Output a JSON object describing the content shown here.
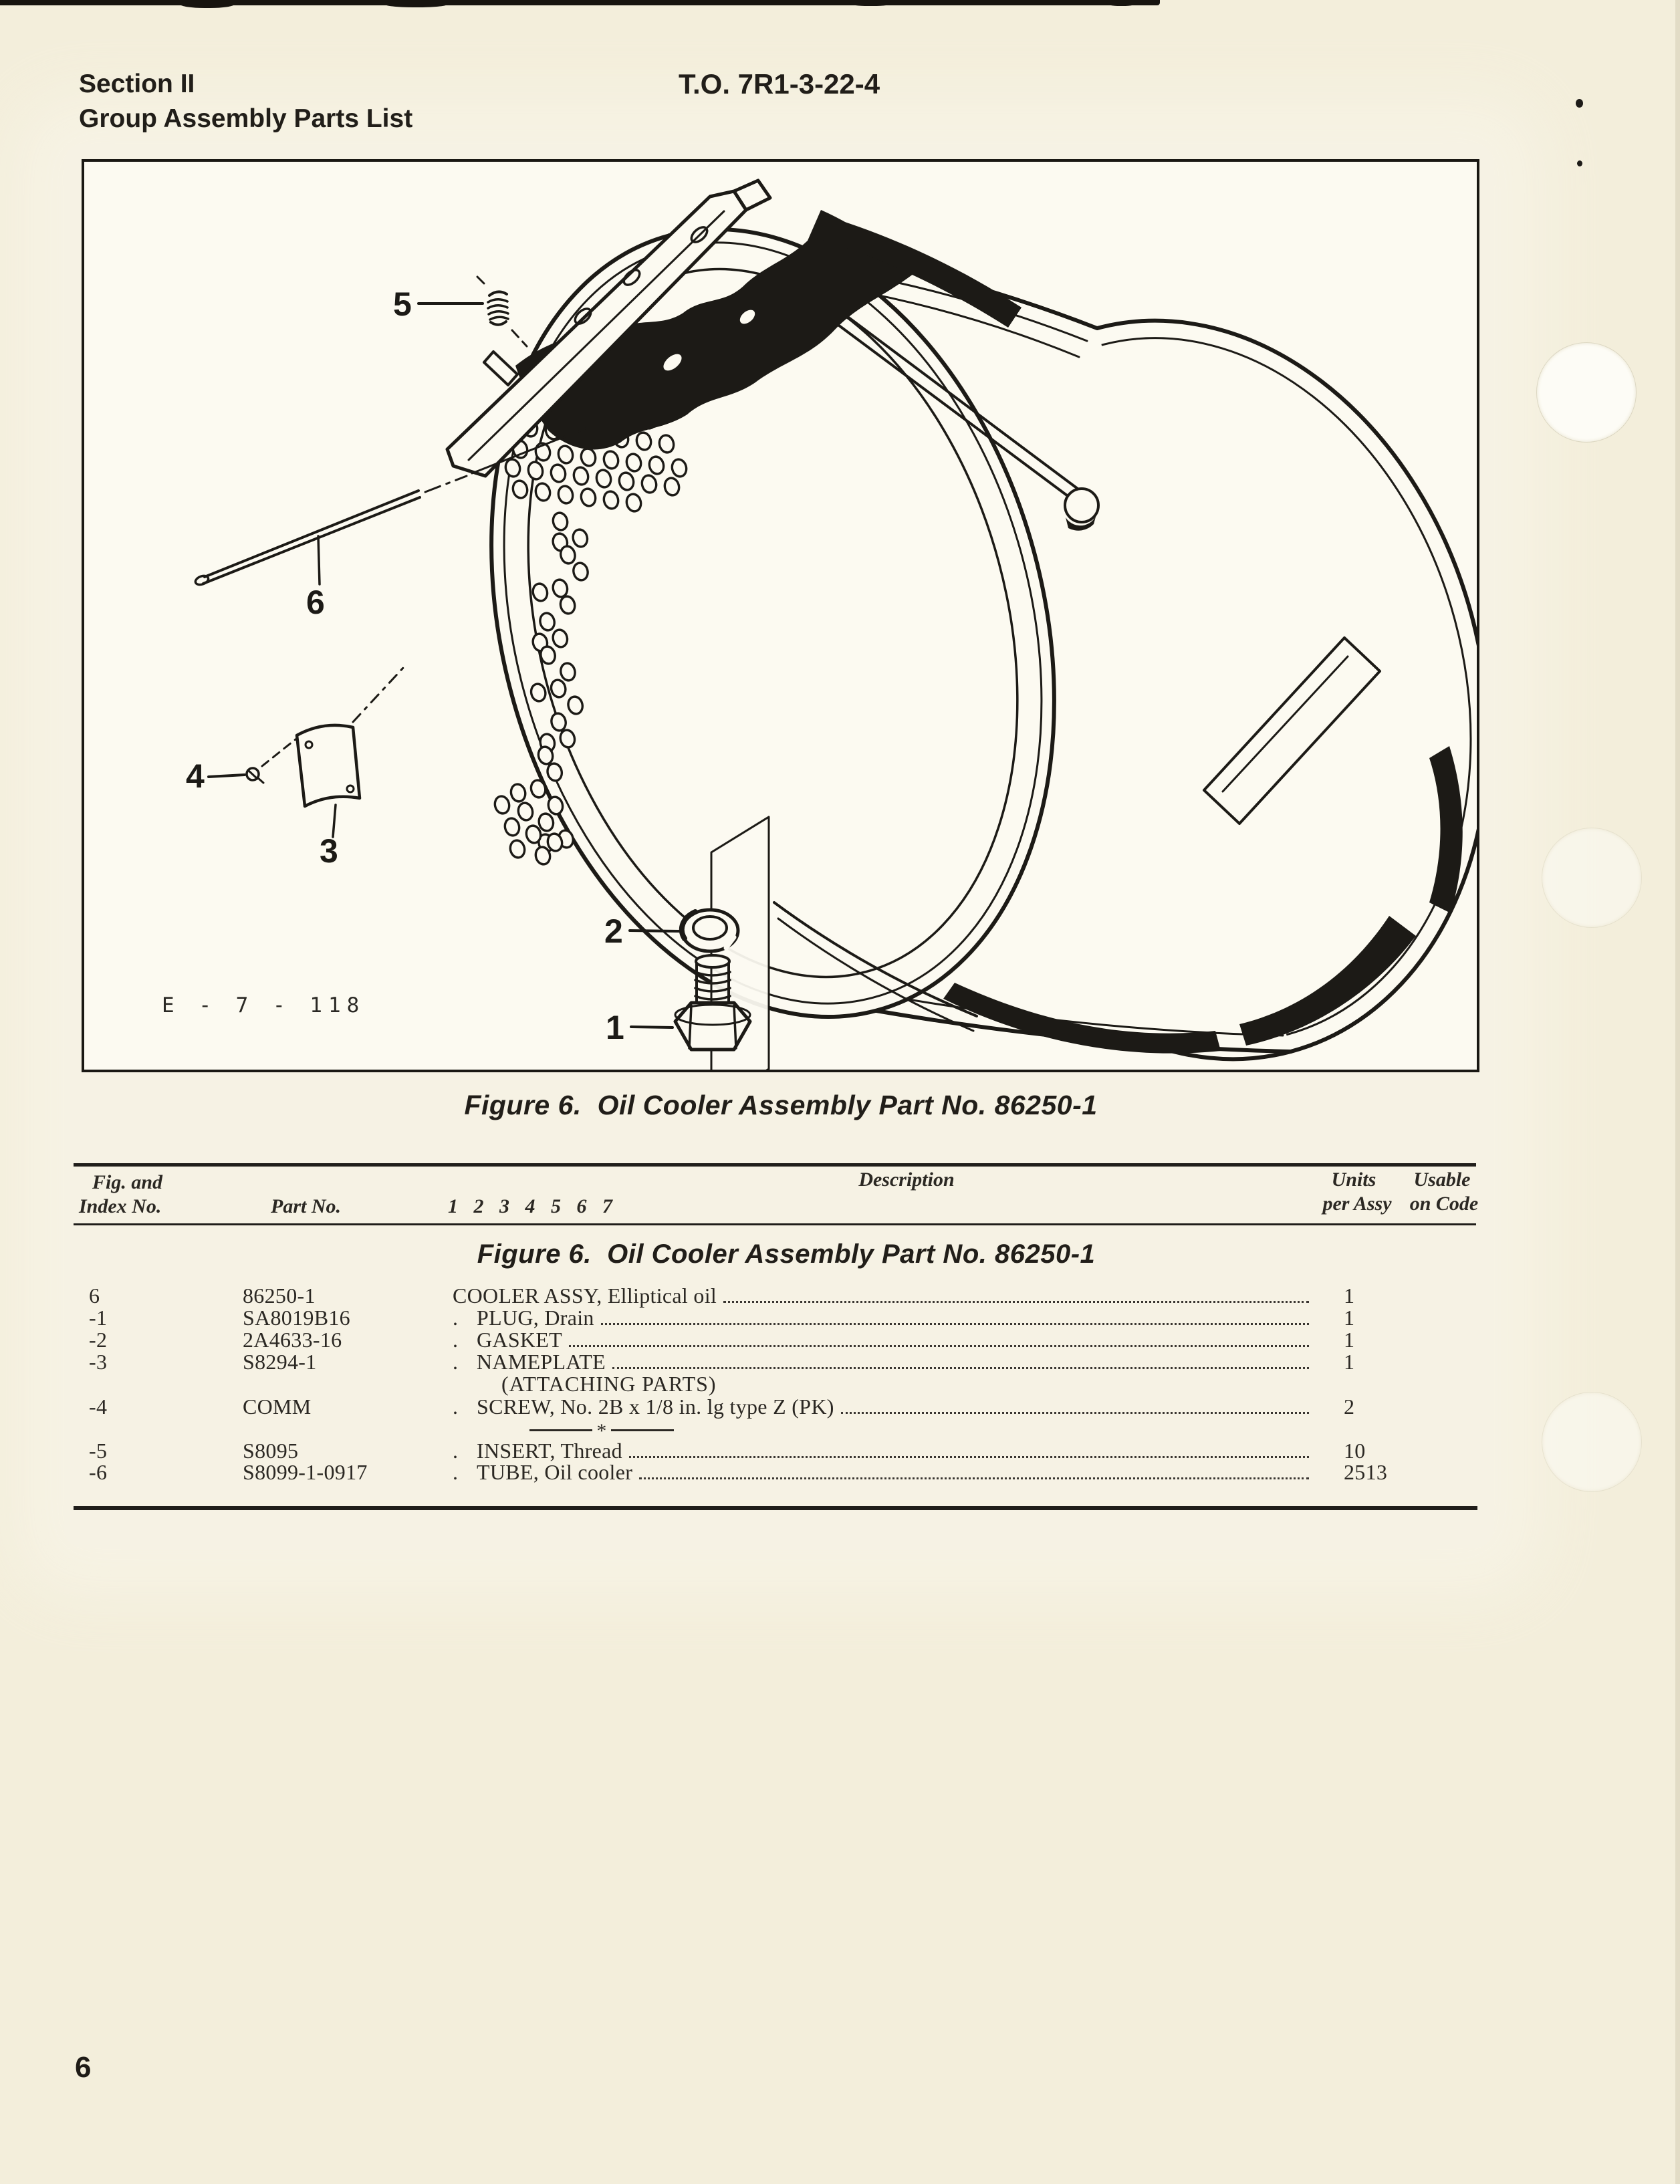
{
  "page": {
    "section_line1": "Section II",
    "section_line2": "Group Assembly Parts List",
    "to_number": "T.O. 7R1-3-22-4",
    "page_number": "6"
  },
  "figure": {
    "caption": "Figure 6.  Oil Cooler Assembly Part No. 86250-1",
    "drawing_code": "E - 7 - 118",
    "callouts": [
      "1",
      "2",
      "3",
      "4",
      "5",
      "6"
    ]
  },
  "table": {
    "headers": {
      "fig_line1": "Fig. and",
      "fig_line2": "Index No.",
      "part": "Part No.",
      "indenture": "1 2 3 4 5 6 7",
      "description": "Description",
      "units_line1": "Units",
      "units_line2": "per Assy",
      "usable_line1": "Usable",
      "usable_line2": "on Code"
    },
    "subcaption": "Figure 6.  Oil Cooler Assembly Part No. 86250-1",
    "rows": [
      {
        "index": "6",
        "part": "86250-1",
        "indent": 0,
        "desc": "COOLER ASSY, Elliptical oil",
        "units": "1"
      },
      {
        "index": "-1",
        "part": "SA8019B16",
        "indent": 1,
        "desc": "PLUG, Drain",
        "units": "1"
      },
      {
        "index": "-2",
        "part": "2A4633-16",
        "indent": 1,
        "desc": "GASKET",
        "units": "1"
      },
      {
        "index": "-3",
        "part": "S8294-1",
        "indent": 1,
        "desc": "NAMEPLATE",
        "units": "1"
      },
      {
        "type": "note",
        "text": "(ATTACHING PARTS)"
      },
      {
        "index": "-4",
        "part": "COMM",
        "indent": 1,
        "desc": "SCREW, No. 2B x 1/8 in. lg type Z (PK)",
        "units": "2"
      },
      {
        "type": "separator",
        "text": "*"
      },
      {
        "index": "-5",
        "part": "S8095",
        "indent": 1,
        "desc": "INSERT, Thread",
        "units": "10"
      },
      {
        "index": "-6",
        "part": "S8099-1-0917",
        "indent": 1,
        "desc": "TUBE, Oil cooler",
        "units": "2513"
      }
    ]
  }
}
